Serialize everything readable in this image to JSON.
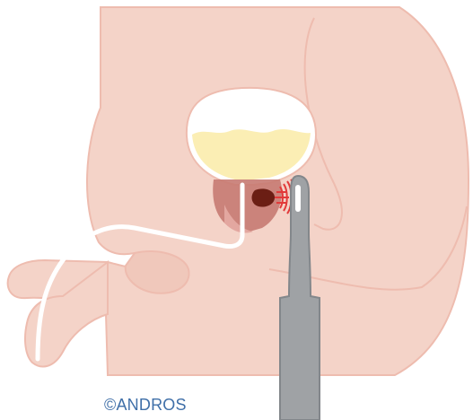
{
  "credit": {
    "text": "©ANDROS"
  },
  "colors": {
    "body": "#f4d3c8",
    "body_shadow": "#ecc2b4",
    "outline": "#eebcaf",
    "bladder_wall": "#ffffff",
    "urine": "#fbeeb4",
    "prostate": "#c77a72",
    "tumor": "#6b1e14",
    "ultrasound_waves": "#e23a3a",
    "probe": "#9fa2a5",
    "probe_outline": "#83878b",
    "urethra": "#ffffff",
    "credit_text": "#3f6fa8"
  },
  "illustration": {
    "parts": [
      "torso",
      "thigh",
      "penis",
      "scrotum",
      "bladder",
      "urine",
      "prostate",
      "tumor",
      "urethra",
      "ultrasound-probe",
      "ultrasound-waves"
    ]
  }
}
